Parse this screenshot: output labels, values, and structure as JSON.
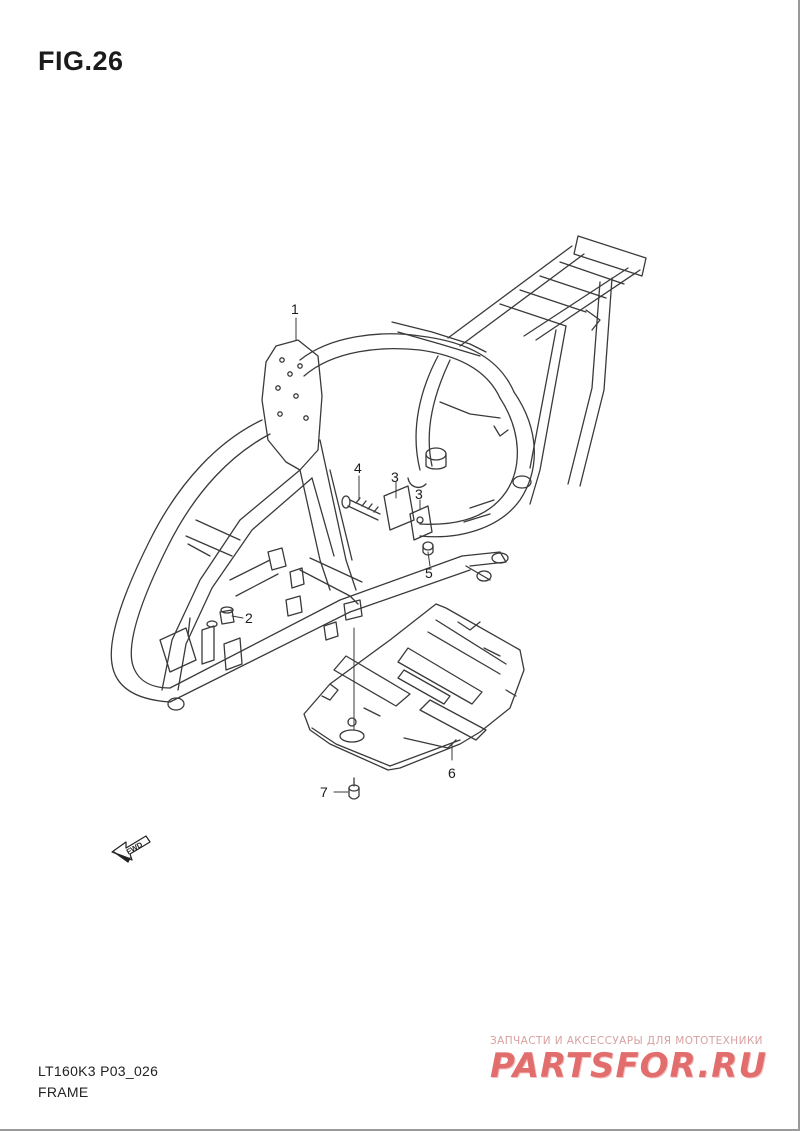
{
  "figure": {
    "title": "FIG.26"
  },
  "callouts": [
    {
      "id": "1",
      "label": "1"
    },
    {
      "id": "2",
      "label": "2"
    },
    {
      "id": "3a",
      "label": "3"
    },
    {
      "id": "3b",
      "label": "3"
    },
    {
      "id": "4",
      "label": "4"
    },
    {
      "id": "5",
      "label": "5"
    },
    {
      "id": "6",
      "label": "6"
    },
    {
      "id": "7",
      "label": "7"
    }
  ],
  "direction_badge": "FWD",
  "footer": {
    "model_code": "LT160K3 P03_026",
    "section_name": "FRAME"
  },
  "watermark": {
    "tagline": "ЗАПЧАСТИ И АКСЕССУАРЫ ДЛЯ МОТОТЕХНИКИ",
    "logo": "PARTSFOR.RU"
  },
  "colors": {
    "line": "#3a3a3a",
    "watermark": "#e26d6d"
  }
}
